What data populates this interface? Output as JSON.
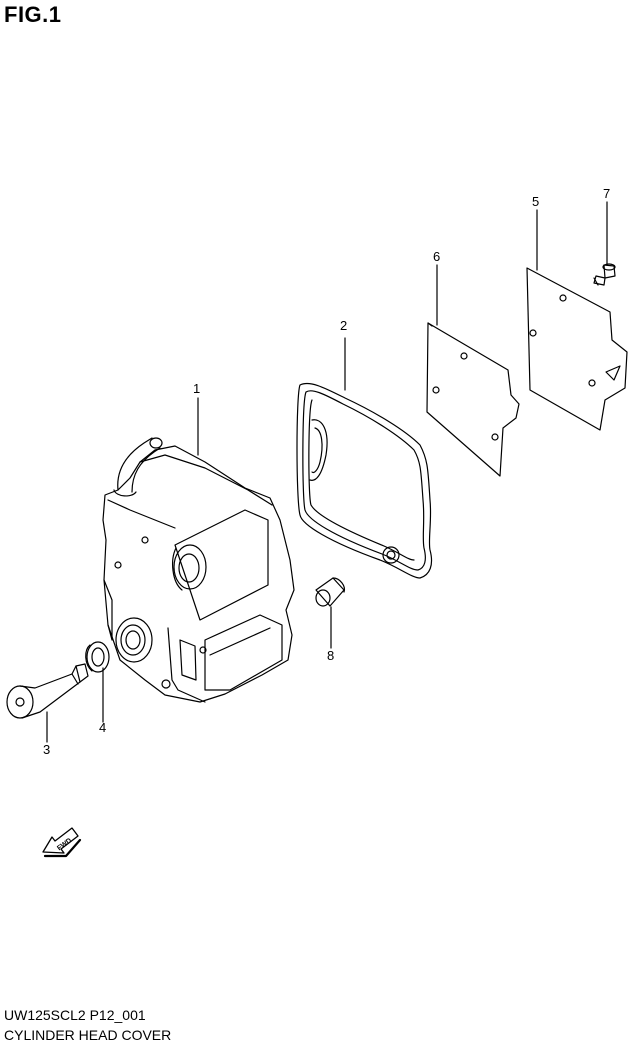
{
  "figure": {
    "title": "FIG.1"
  },
  "parts": [
    {
      "id": "1",
      "label": "1",
      "name": "cylinder-head-cover"
    },
    {
      "id": "2",
      "label": "2",
      "name": "gasket"
    },
    {
      "id": "3",
      "label": "3",
      "name": "bolt"
    },
    {
      "id": "4",
      "label": "4",
      "name": "washer"
    },
    {
      "id": "5",
      "label": "5",
      "name": "plate"
    },
    {
      "id": "6",
      "label": "6",
      "name": "plate"
    },
    {
      "id": "7",
      "label": "7",
      "name": "bolt"
    },
    {
      "id": "8",
      "label": "8",
      "name": "dowel-pin"
    }
  ],
  "direction_arrow": {
    "label": "FWD"
  },
  "footer": {
    "code": "UW125SCL2 P12_001",
    "title": "CYLINDER HEAD COVER"
  }
}
